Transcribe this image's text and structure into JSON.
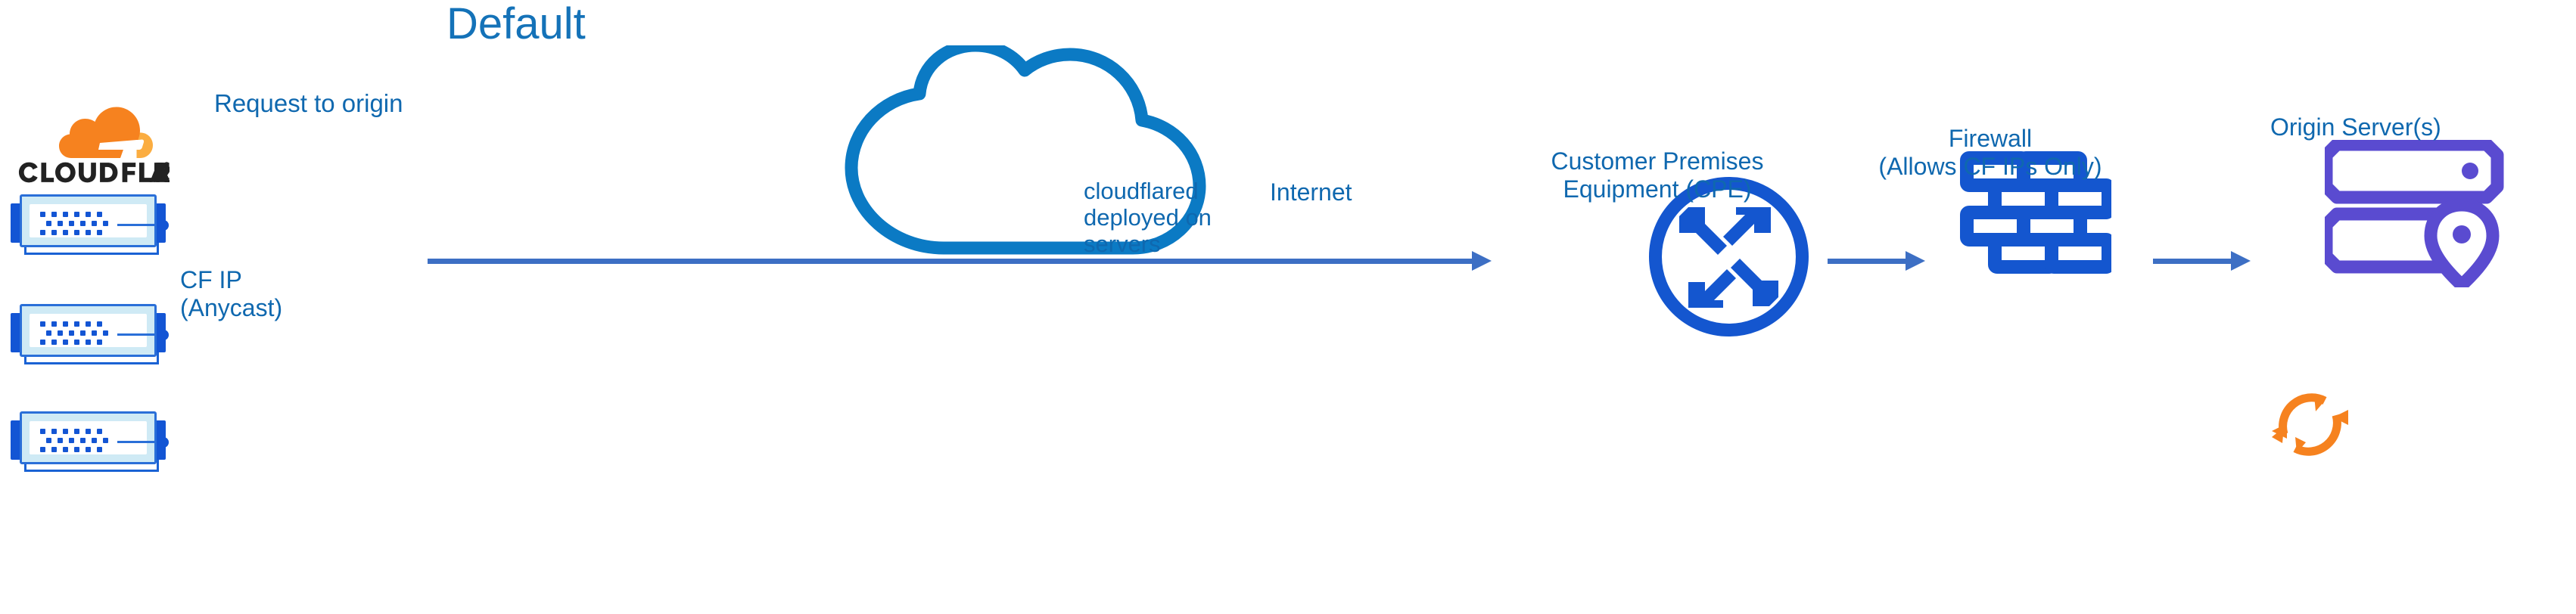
{
  "diagram": {
    "title": "Default",
    "title_color": "#1472b8",
    "label_color": "#0f68af",
    "connector_color": "#3d6fc4",
    "accent_blue": "#1355d4",
    "cloud_blue": "#0b7ac4",
    "origin_purple": "#5a4bd0",
    "cloudflare_orange": "#f6821f"
  },
  "cloudflare_stack": {
    "logo_name": "cloudflare-logo",
    "wordmark": "CLOUDFLARE",
    "registered_mark": "®",
    "ip_label": "CF IP\n(Anycast)",
    "appliances": [
      {
        "name": "cloudflare-edge-server-1"
      },
      {
        "name": "cloudflare-edge-server-2"
      },
      {
        "name": "cloudflare-edge-server-3"
      }
    ]
  },
  "flow": {
    "request_label": "Request to origin",
    "arrow_name": "request-to-origin-arrow",
    "arrow2_name": "cpe-to-firewall-arrow",
    "arrow3_name": "firewall-to-origin-arrow"
  },
  "nodes": [
    {
      "id": "internet",
      "icon": "cloud-icon",
      "label": "Internet",
      "label_inside": true
    },
    {
      "id": "cpe",
      "icon": "router-four-arrows-icon",
      "label": "Customer Premises\nEquipment (CPE)"
    },
    {
      "id": "firewall",
      "icon": "brick-wall-icon",
      "label": "Firewall\n(Allows CF IPs Only)"
    },
    {
      "id": "origin",
      "icon": "server-rack-location-pin-icon",
      "label": "Origin Server(s)"
    }
  ],
  "annotations": {
    "cloudflared": {
      "icon": "sync-arrows-icon",
      "text": "cloudflared\ndeployed on\nservers"
    }
  }
}
